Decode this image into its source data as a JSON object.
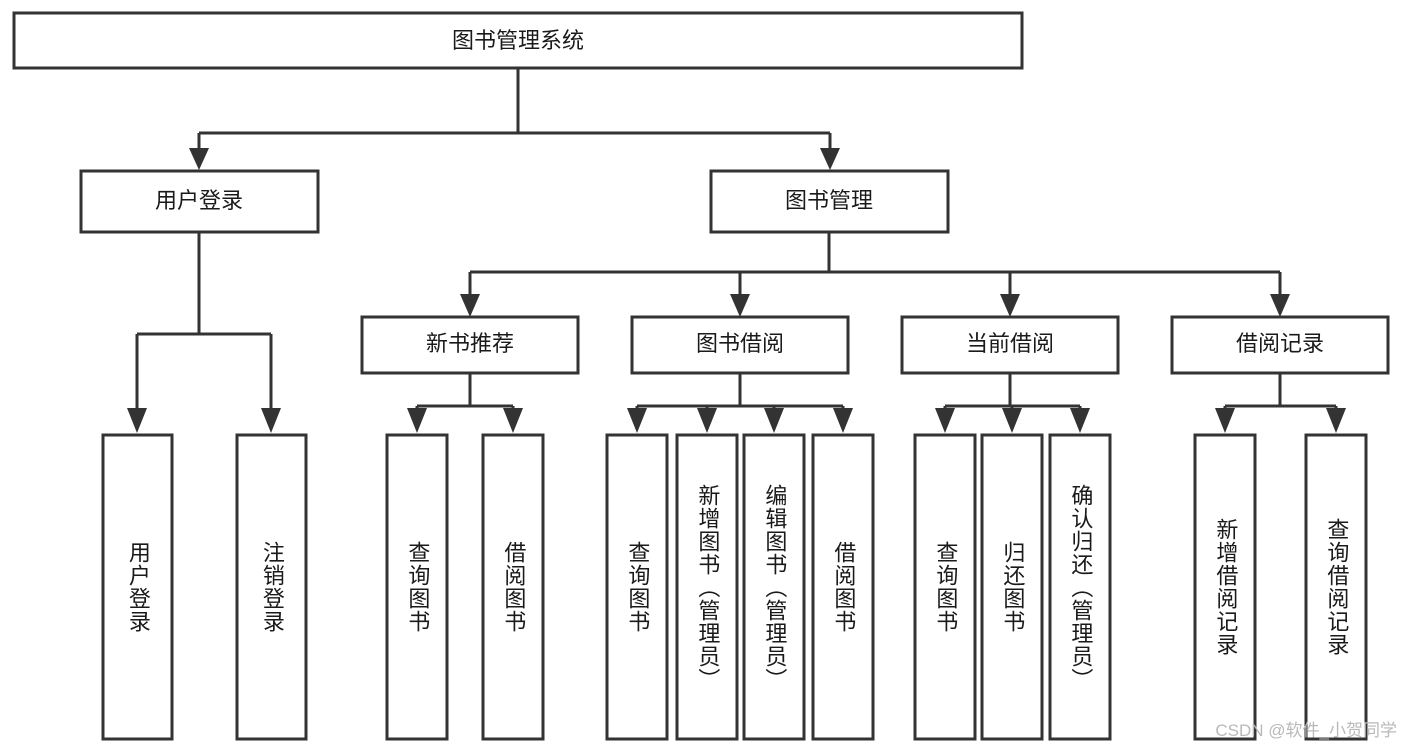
{
  "diagram": {
    "type": "tree-hierarchy",
    "title": "图书管理系统",
    "orientation": "top-down",
    "root": {
      "id": "root",
      "label": "图书管理系统",
      "text_direction": "horizontal"
    },
    "level2": [
      {
        "id": "user-login",
        "label": "用户登录",
        "text_direction": "horizontal"
      },
      {
        "id": "book-manage",
        "label": "图书管理",
        "text_direction": "horizontal"
      }
    ],
    "level3": [
      {
        "id": "new-book-recommend",
        "label": "新书推荐",
        "parent": "book-manage",
        "text_direction": "horizontal"
      },
      {
        "id": "book-borrow",
        "label": "图书借阅",
        "parent": "book-manage",
        "text_direction": "horizontal"
      },
      {
        "id": "current-borrow",
        "label": "当前借阅",
        "parent": "book-manage",
        "text_direction": "horizontal"
      },
      {
        "id": "borrow-record",
        "label": "借阅记录",
        "parent": "book-manage",
        "text_direction": "horizontal"
      }
    ],
    "leaves": [
      {
        "id": "leaf-user-login",
        "label": "用户登录",
        "parent": "user-login",
        "text_direction": "vertical"
      },
      {
        "id": "leaf-logout-login",
        "label": "注销登录",
        "parent": "user-login",
        "text_direction": "vertical"
      },
      {
        "id": "leaf-query-book-1",
        "label": "查询图书",
        "parent": "new-book-recommend",
        "text_direction": "vertical"
      },
      {
        "id": "leaf-borrow-book-1",
        "label": "借阅图书",
        "parent": "new-book-recommend",
        "text_direction": "vertical"
      },
      {
        "id": "leaf-query-book-2",
        "label": "查询图书",
        "parent": "book-borrow",
        "text_direction": "vertical"
      },
      {
        "id": "leaf-add-book",
        "label": "新增图书（管理员）",
        "parent": "book-borrow",
        "text_direction": "vertical"
      },
      {
        "id": "leaf-edit-book",
        "label": "编辑图书（管理员）",
        "parent": "book-borrow",
        "text_direction": "vertical"
      },
      {
        "id": "leaf-borrow-book-2",
        "label": "借阅图书",
        "parent": "book-borrow",
        "text_direction": "vertical"
      },
      {
        "id": "leaf-query-book-3",
        "label": "查询图书",
        "parent": "current-borrow",
        "text_direction": "vertical"
      },
      {
        "id": "leaf-return-book",
        "label": "归还图书",
        "parent": "current-borrow",
        "text_direction": "vertical"
      },
      {
        "id": "leaf-confirm-return",
        "label": "确认归还（管理员）",
        "parent": "current-borrow",
        "text_direction": "vertical"
      },
      {
        "id": "leaf-add-borrow-record",
        "label": "新增借阅记录",
        "parent": "borrow-record",
        "text_direction": "vertical"
      },
      {
        "id": "leaf-query-borrow-record",
        "label": "查询借阅记录",
        "parent": "borrow-record",
        "text_direction": "vertical"
      }
    ]
  },
  "watermark": {
    "text": "CSDN @软件_小贺同学"
  },
  "colors": {
    "background": "#ffffff",
    "node_fill": "#ffffff",
    "node_stroke": "#333333",
    "text": "#1a1a1a",
    "watermark": "#b9b9b9"
  }
}
